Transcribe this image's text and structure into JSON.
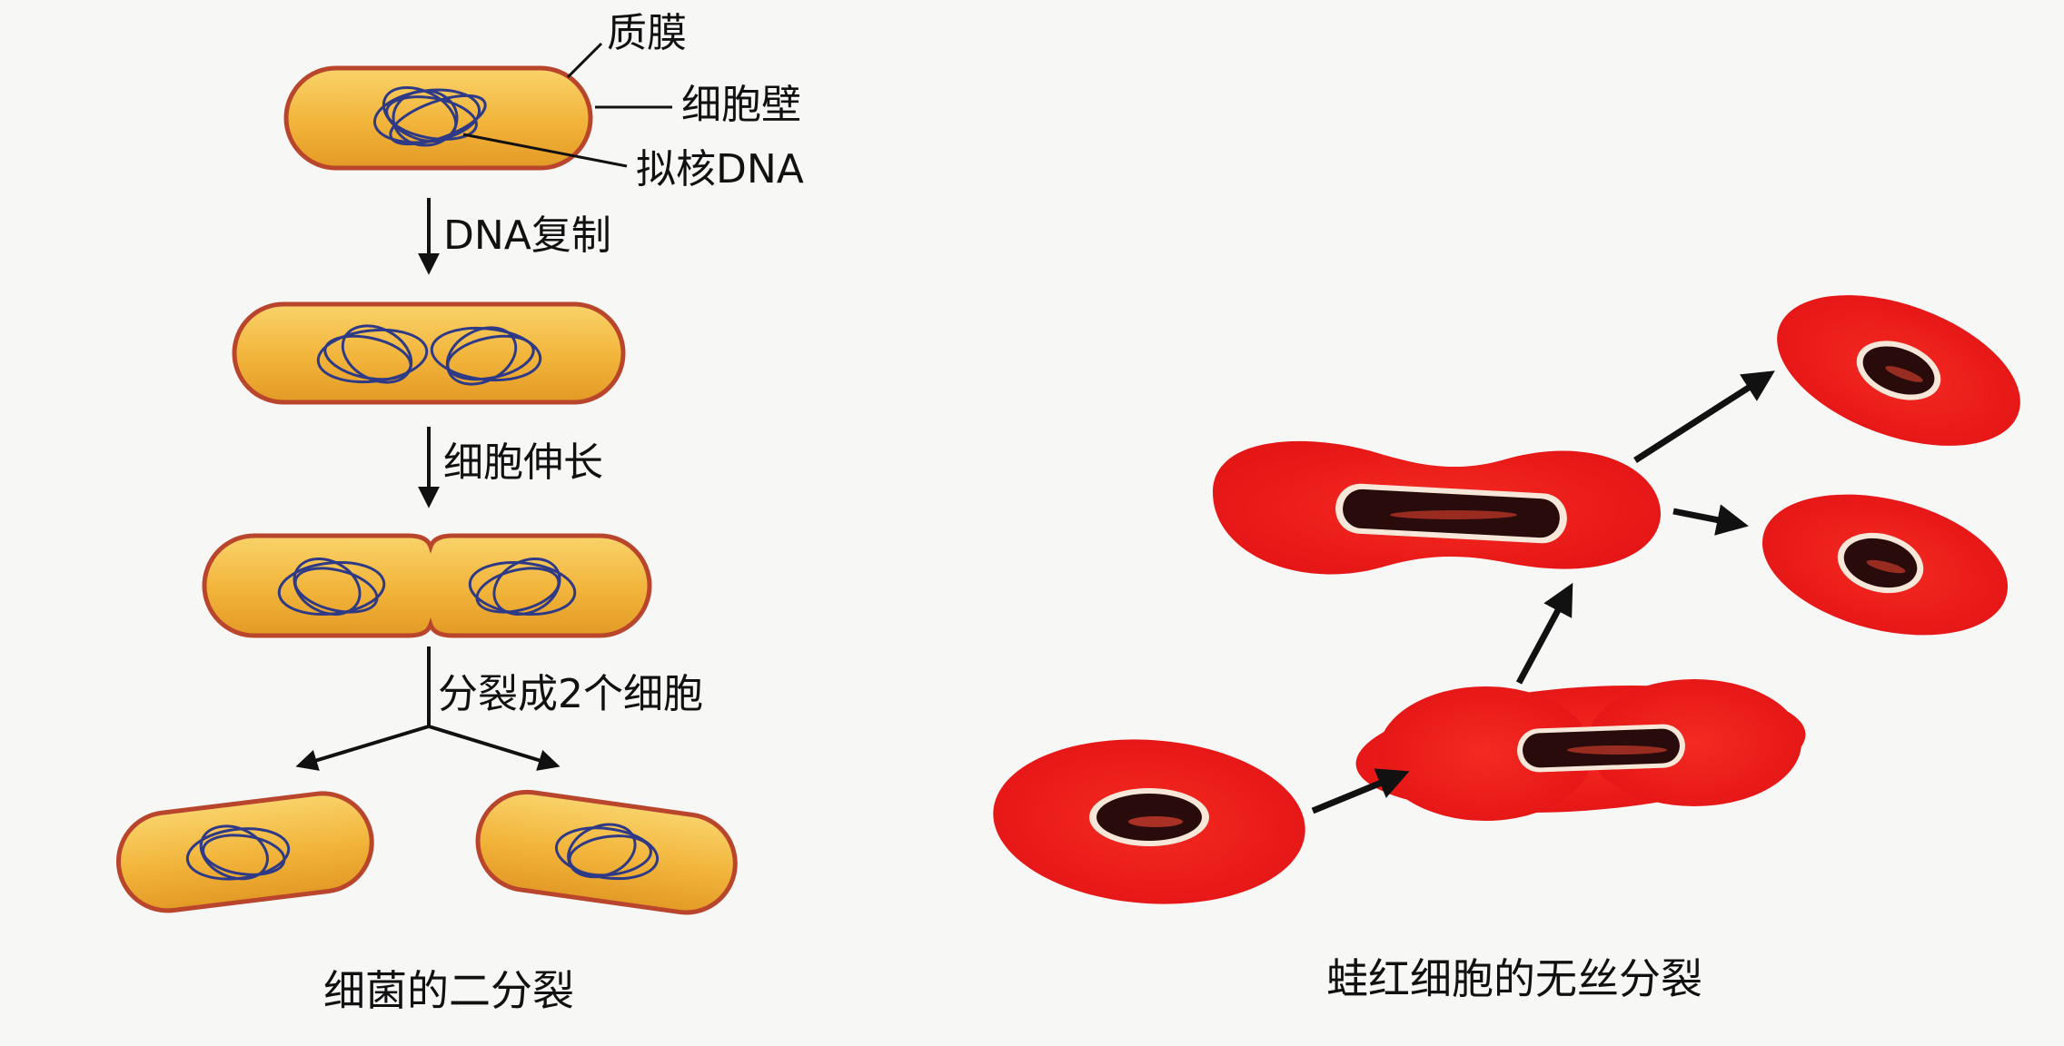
{
  "bacteria_division": {
    "labels": {
      "membrane": "质膜",
      "cell_wall": "细胞壁",
      "nucleoid": "拟核DNA"
    },
    "steps": [
      {
        "label": "DNA复制"
      },
      {
        "label": "细胞伸长"
      },
      {
        "label": "分裂成2个细胞"
      }
    ],
    "caption": "细菌的二分裂"
  },
  "frog_rbc_division": {
    "caption": "蛙红细胞的无丝分裂"
  },
  "colors": {
    "bacteria_fill": "#f2b43a",
    "bacteria_outline": "#b8452c",
    "dna": "#2f3a86",
    "rbc_fill": "#ee1c1c",
    "nucleus_dark": "#2a0b0b",
    "nucleus_halo": "#f6e7d8",
    "arrow": "#111111"
  }
}
